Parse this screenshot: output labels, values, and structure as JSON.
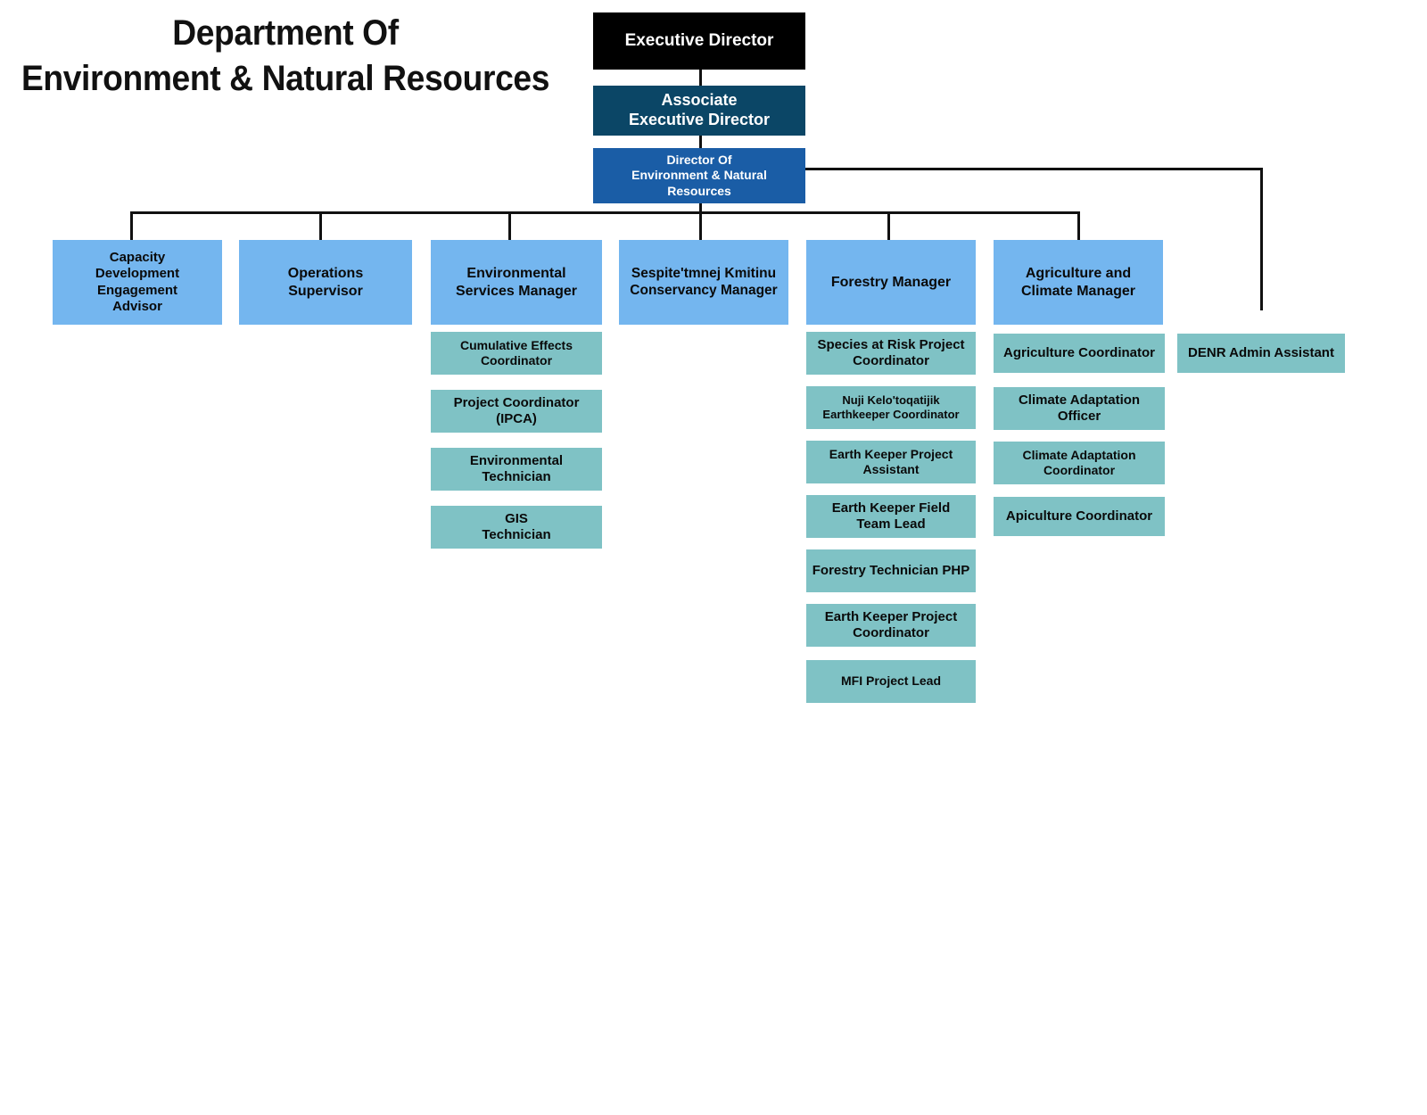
{
  "title": {
    "line1": "Department Of",
    "line2": "Environment & Natural Resources"
  },
  "colors": {
    "executive": "#000000",
    "associate": "#0b4666",
    "director": "#1a5da6",
    "manager": "#74b6ef",
    "staff": "#7fc2c5",
    "connector": "#111111",
    "background": "#ffffff"
  },
  "executive": {
    "label": "Executive Director"
  },
  "associate": {
    "label": "Associate\nExecutive Director"
  },
  "director": {
    "label": "Director Of\nEnvironment & Natural\nResources"
  },
  "admin": {
    "label": "DENR Admin Assistant"
  },
  "branches": [
    {
      "manager": "Capacity\nDevelopment\nEngagement\nAdvisor",
      "staff": []
    },
    {
      "manager": "Operations\nSupervisor",
      "staff": []
    },
    {
      "manager": "Environmental\nServices Manager",
      "staff": [
        "Cumulative Effects\nCoordinator",
        "Project Coordinator\n(IPCA)",
        "Environmental\nTechnician",
        "GIS\nTechnician"
      ]
    },
    {
      "manager": "Sespite'tmnej Kmitinu\nConservancy Manager",
      "staff": []
    },
    {
      "manager": "Forestry  Manager",
      "staff": [
        "Species at Risk Project\nCoordinator",
        "Nuji Kelo'toqatijik\nEarthkeeper Coordinator",
        "Earth Keeper Project\nAssistant",
        "Earth Keeper Field\nTeam Lead",
        "Forestry Technician PHP",
        "Earth Keeper Project\nCoordinator",
        "MFI Project Lead"
      ]
    },
    {
      "manager": "Agriculture and\nClimate Manager",
      "staff": [
        "Agriculture Coordinator",
        "Climate Adaptation\nOfficer",
        "Climate Adaptation\nCoordinator",
        "Apiculture Coordinator"
      ]
    }
  ]
}
